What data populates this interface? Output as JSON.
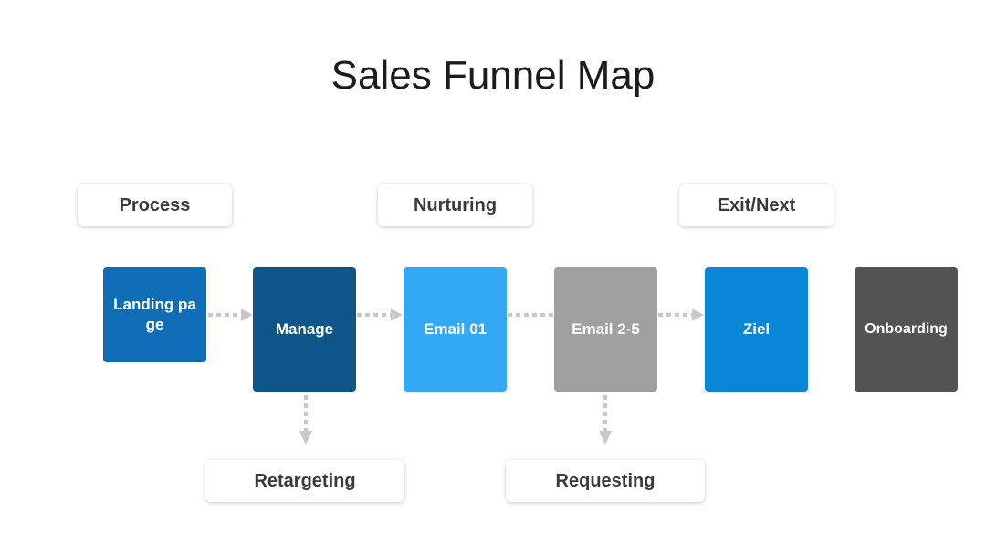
{
  "title": "Sales Funnel Map",
  "stages": [
    {
      "label": "Process"
    },
    {
      "label": "Nurturing"
    },
    {
      "label": "Exit/Next"
    }
  ],
  "steps": [
    {
      "label": "Landing page",
      "color": "#0F6DB8"
    },
    {
      "label": "Manage",
      "color": "#0E5689"
    },
    {
      "label": "Email 01",
      "color": "#33A9F6"
    },
    {
      "label": "Email 2-5",
      "color": "#A0A0A0"
    },
    {
      "label": "Ziel",
      "color": "#0A86D9"
    },
    {
      "label": "Onboarding",
      "color": "#535353"
    }
  ],
  "branches": [
    {
      "label": "Retargeting"
    },
    {
      "label": "Requesting"
    }
  ],
  "connector_color": "#C8C8C8"
}
